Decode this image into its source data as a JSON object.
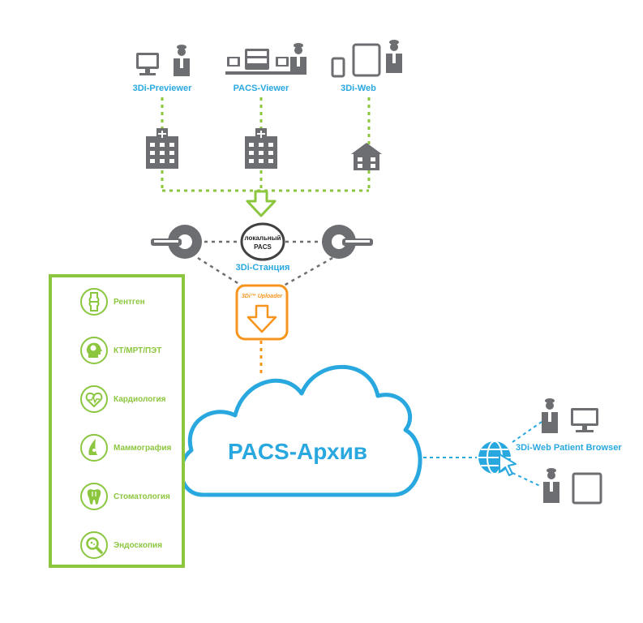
{
  "nodes": {
    "previewer": "3Di-Previewer",
    "pacs_viewer": "PACS-Viewer",
    "web": "3Di-Web",
    "local_pacs_line1": "локальный",
    "local_pacs_line2": "PACS",
    "station": "3Di-Станция",
    "uploader": "3Di™ Uploader",
    "archive": "PACS-Архив",
    "patient_browser": "3Di-Web Patient Browser"
  },
  "modalities": [
    {
      "label": "Рентген",
      "icon": "bone-joint-icon"
    },
    {
      "label": "КТ/МРТ/ПЭТ",
      "icon": "head-brain-icon"
    },
    {
      "label": "Кардиология",
      "icon": "heart-icon"
    },
    {
      "label": "Маммография",
      "icon": "mammography-icon"
    },
    {
      "label": "Стоматология",
      "icon": "tooth-icon"
    },
    {
      "label": "Эндоскопия",
      "icon": "magnifier-icon"
    }
  ],
  "colors": {
    "green": "#8cc63f",
    "blue": "#29a8e0",
    "orange": "#f7941d",
    "gray": "#6d6e71",
    "dark": "#414042"
  }
}
